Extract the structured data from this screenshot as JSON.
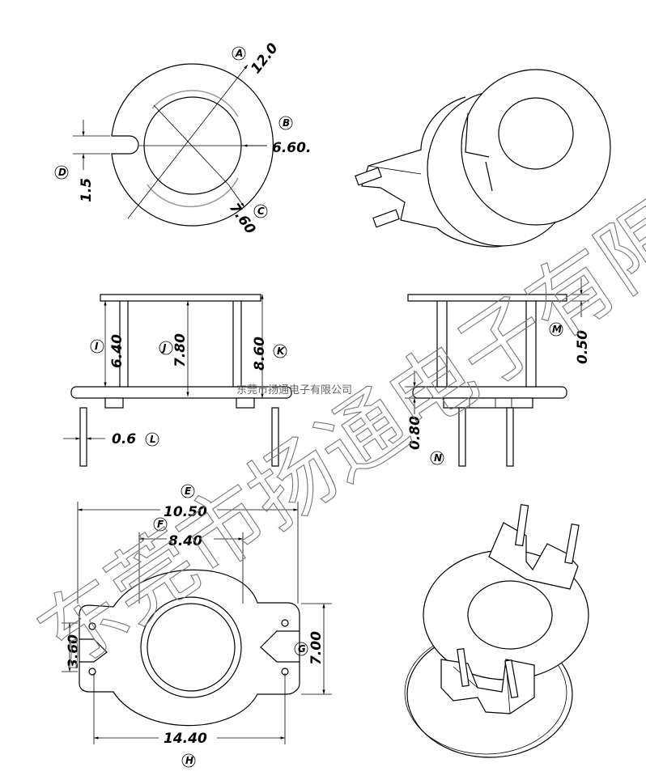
{
  "watermark": {
    "large": "东莞市扬通电子有限公司",
    "small": "东莞市扬通电子有限公司"
  },
  "letters": {
    "A": "A",
    "B": "B",
    "C": "C",
    "D": "D",
    "E": "E",
    "F": "F",
    "G": "G",
    "H": "H",
    "I": "I",
    "J": "J",
    "K": "K",
    "L": "L",
    "M": "M",
    "N": "N"
  },
  "dims": {
    "A": "12.0",
    "B": "6.60.",
    "C": "7.60",
    "D": "1.5",
    "E": "10.50",
    "F": "8.40",
    "G": "7.00",
    "H": "14.40",
    "I": "6.40",
    "J": "7.80",
    "K": "8.60",
    "L": "0.6",
    "M": "0.50",
    "N": "0.80",
    "P": "3.60"
  }
}
